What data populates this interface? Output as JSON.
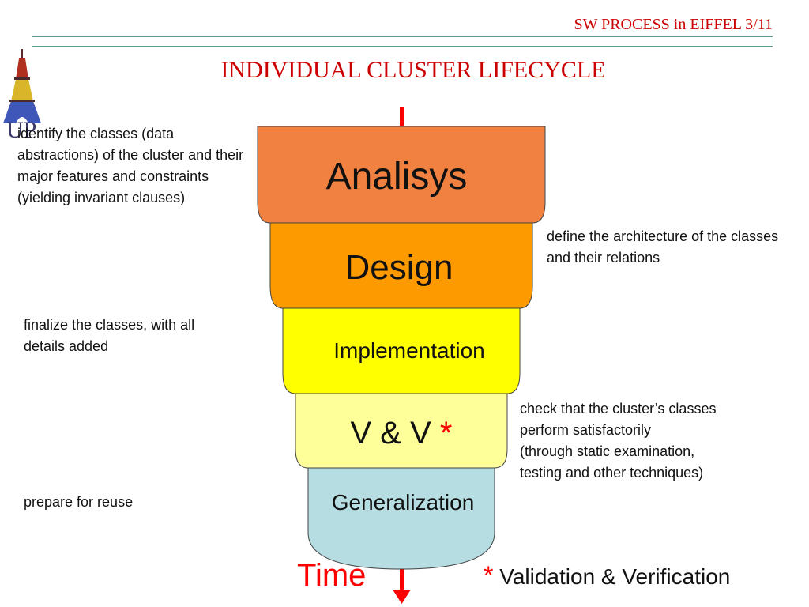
{
  "header": {
    "title": "SW PROCESS in EIFFEL 3/11"
  },
  "slide": {
    "title": "INDIVIDUAL CLUSTER LIFECYCLE"
  },
  "logo": {
    "text": "UP"
  },
  "colors": {
    "title_red": "#cc0000",
    "rule": "#5e9a8f",
    "analysis": "#f08140",
    "design": "#fc9a00",
    "implementation": "#ffff00",
    "vv": "#ffff99",
    "generalization": "#b5dde2",
    "time_arrow": "#ff0000"
  },
  "stages": {
    "analysis": {
      "label": "Analisys",
      "description": "identify the classes (data abstractions) of the cluster and their major features and constraints (yielding invariant clauses)"
    },
    "design": {
      "label": "Design",
      "description": "define the architecture of the classes and their relations"
    },
    "implementation": {
      "label": "Implementation",
      "description": "finalize the classes, with all details added"
    },
    "vv": {
      "label": "V & V",
      "marker": "*",
      "description_lines": [
        "check that the cluster’s classes",
        "perform satisfactorily",
        "(through static examination,",
        "testing and other techniques)"
      ]
    },
    "generalization": {
      "label": "Generalization",
      "description": "prepare for reuse"
    }
  },
  "time_axis": {
    "label": "Time"
  },
  "footnote": {
    "marker": "*",
    "text": "Validation & Verification"
  }
}
